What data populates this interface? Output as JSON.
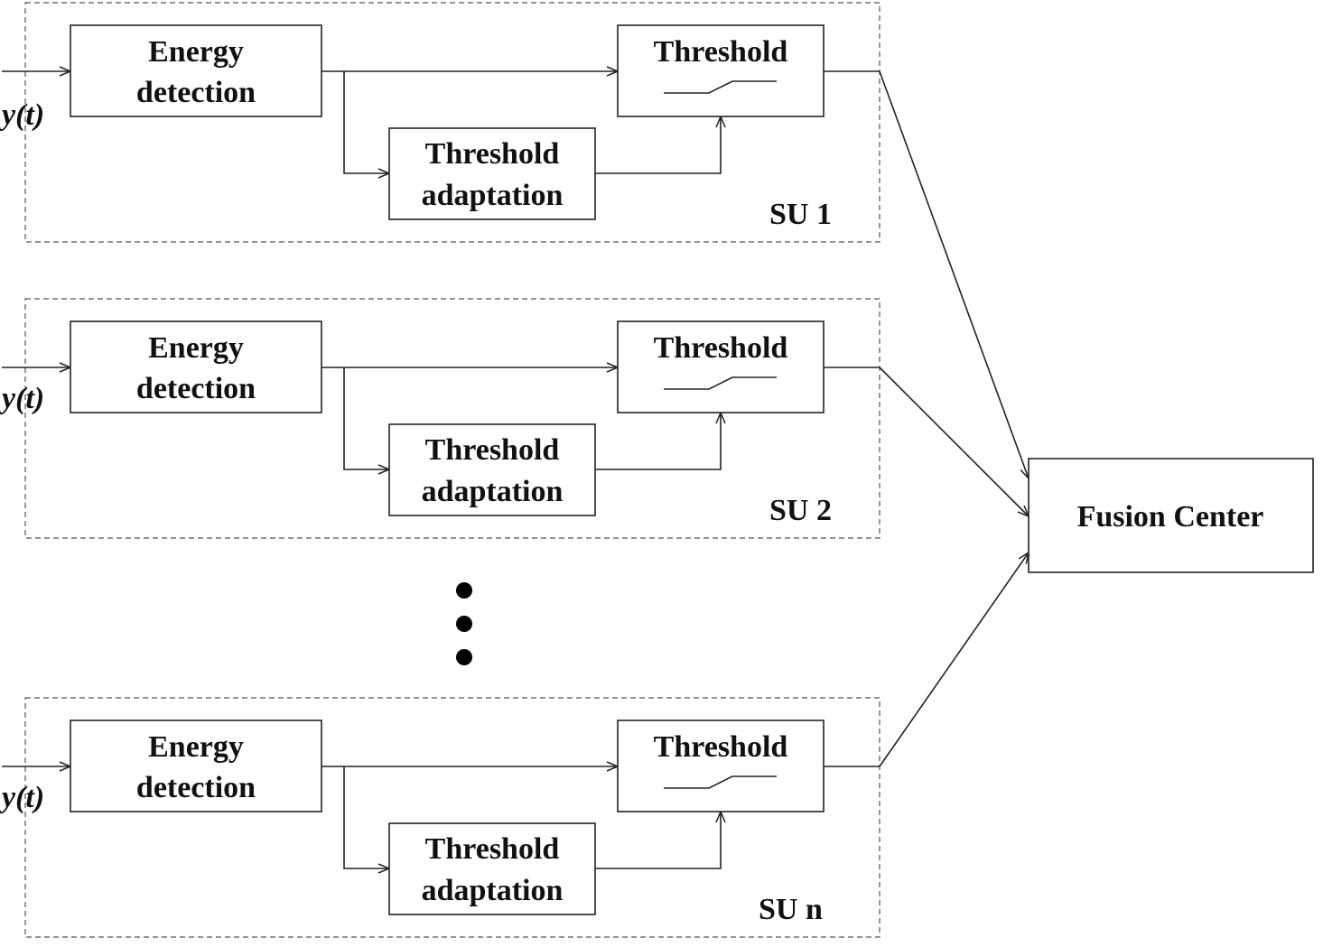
{
  "units": [
    {
      "input_label": "y(t)",
      "energy_detection": [
        "Energy",
        "detection"
      ],
      "threshold": "Threshold",
      "threshold_adaptation": [
        "Threshold",
        "adaptation"
      ],
      "unit_label": "SU 1"
    },
    {
      "input_label": "y(t)",
      "energy_detection": [
        "Energy",
        "detection"
      ],
      "threshold": "Threshold",
      "threshold_adaptation": [
        "Threshold",
        "adaptation"
      ],
      "unit_label": "SU 2"
    },
    {
      "input_label": "y(t)",
      "energy_detection": [
        "Energy",
        "detection"
      ],
      "threshold": "Threshold",
      "threshold_adaptation": [
        "Threshold",
        "adaptation"
      ],
      "unit_label": "SU n"
    }
  ],
  "fusion_center": "Fusion Center",
  "colors": {
    "line": "#222222",
    "group_border": "#555555",
    "text": "#111111"
  }
}
